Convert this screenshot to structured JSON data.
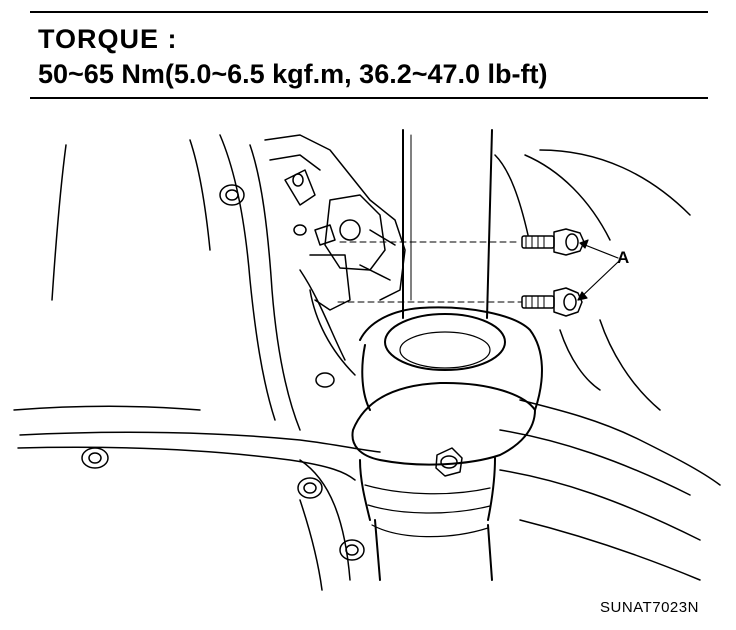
{
  "header": {
    "title": "TORQUE :",
    "spec": "50~65 Nm(5.0~6.5 kgf.m, 36.2~47.0 lb-ft)"
  },
  "diagram": {
    "callout_label": "A",
    "figure_code": "SUNAT7023N"
  }
}
